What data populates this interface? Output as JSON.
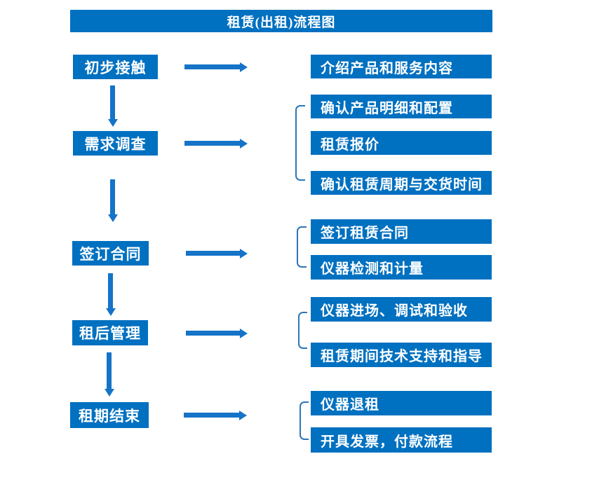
{
  "title": "租赁(出租)流程图",
  "colors": {
    "box": "#0070c0",
    "arrow": "#1573c8",
    "bracket": "#2e75b6",
    "text": "#ffffff"
  },
  "steps": [
    {
      "label": "初步接触",
      "children": [
        "介绍产品和服务内容"
      ]
    },
    {
      "label": "需求调查",
      "children": [
        "确认产品明细和配置",
        "租赁报价",
        "确认租赁周期与交货时间"
      ]
    },
    {
      "label": "签订合同",
      "children": [
        "签订租赁合同",
        "仪器检测和计量"
      ]
    },
    {
      "label": "租后管理",
      "children": [
        "仪器进场、调试和验收",
        "租赁期间技术支持和指导"
      ]
    },
    {
      "label": "租期结束",
      "children": [
        "仪器退租",
        "开具发票，付款流程"
      ]
    }
  ]
}
